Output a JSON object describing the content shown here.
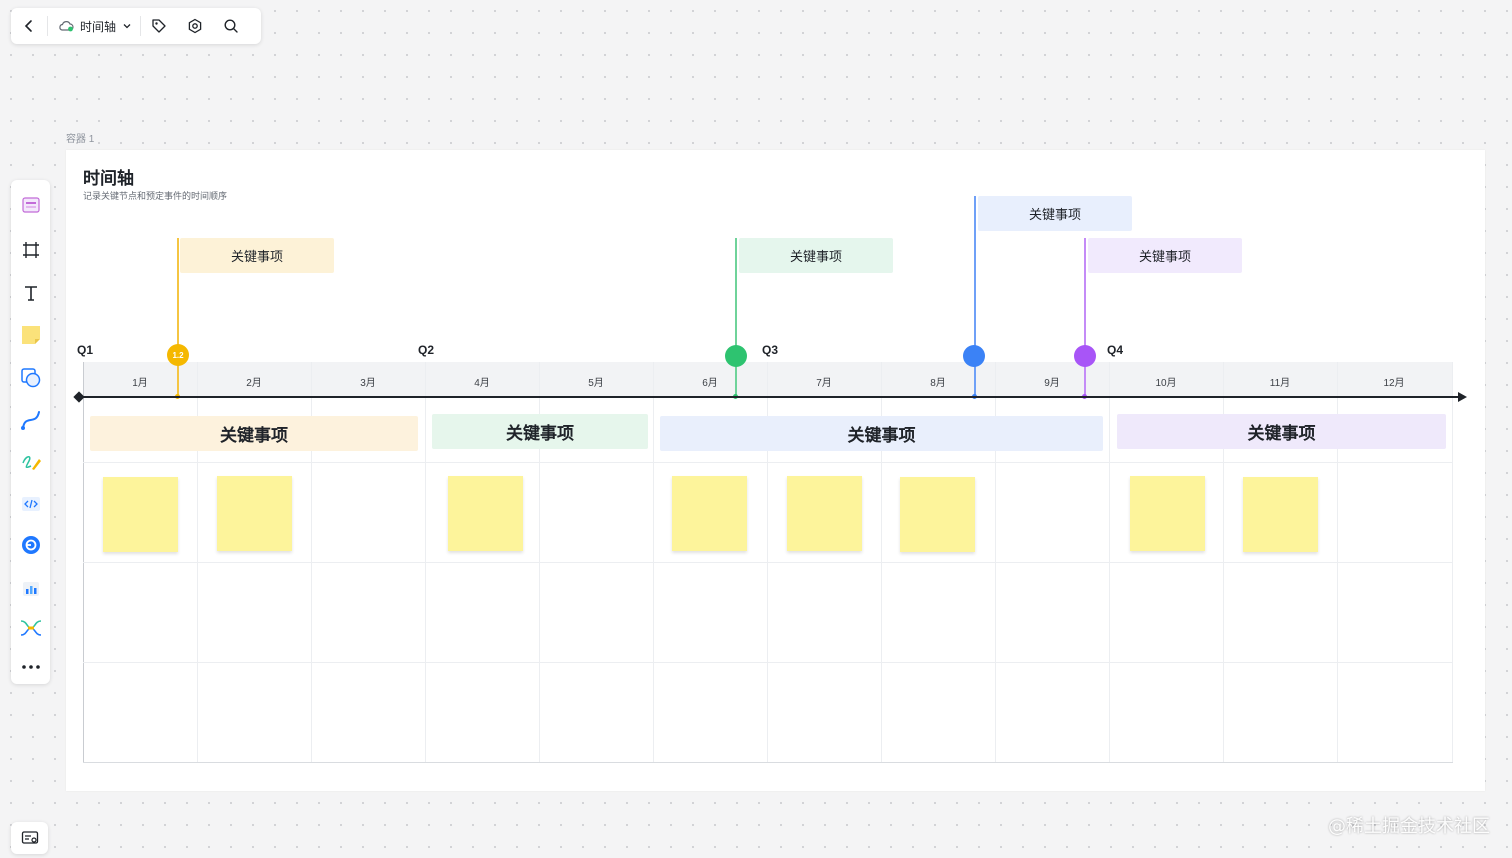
{
  "toolbar": {
    "doc_title": "时间轴"
  },
  "container_label": "容器 1",
  "frame": {
    "title": "时间轴",
    "subtitle": "记录关键节点和预定事件的时间顺序"
  },
  "quarters": [
    "Q1",
    "Q2",
    "Q3",
    "Q4"
  ],
  "months": [
    "1月",
    "2月",
    "3月",
    "4月",
    "5月",
    "6月",
    "7月",
    "8月",
    "9月",
    "10月",
    "11月",
    "12月"
  ],
  "milestones": [
    {
      "label": "关键事项",
      "color": "#f5b800",
      "card_bg": "#fdf2d7",
      "badge": "1.2"
    },
    {
      "label": "关键事项",
      "color": "#2ec370",
      "card_bg": "#e5f6ed"
    },
    {
      "label": "关键事项",
      "color": "#3b82f6",
      "card_bg": "#e8effd"
    },
    {
      "label": "关键事项",
      "color": "#a855f7",
      "card_bg": "#f1eafd"
    }
  ],
  "phase_bands": [
    {
      "label": "关键事项",
      "bg": "#fdf2dd"
    },
    {
      "label": "关键事项",
      "bg": "#e6f6ec"
    },
    {
      "label": "关键事项",
      "bg": "#e9effc"
    },
    {
      "label": "关键事项",
      "bg": "#efe9fb"
    }
  ],
  "sticky_color": "#fdf49b",
  "watermark": "@稀土掘金技术社区",
  "sidebar_icons": [
    "template-icon",
    "frame-icon",
    "text-icon",
    "sticky-note-icon",
    "shape-icon",
    "connector-icon",
    "pen-icon",
    "embed-code-icon",
    "plugin-icon",
    "chart-icon",
    "mindmap-icon",
    "more-icon"
  ]
}
